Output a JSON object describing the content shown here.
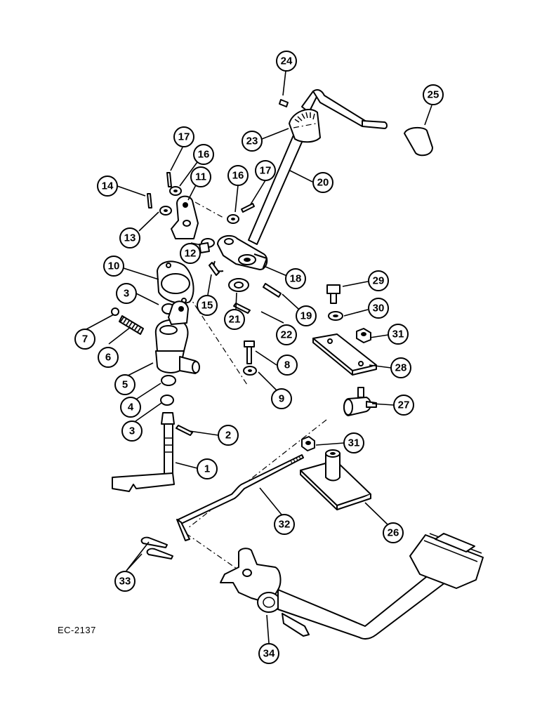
{
  "drawing_code": "EC-2137",
  "callouts": [
    {
      "id": "callout-1",
      "label": "1"
    },
    {
      "id": "callout-2",
      "label": "2"
    },
    {
      "id": "callout-3a",
      "label": "3"
    },
    {
      "id": "callout-3b",
      "label": "3"
    },
    {
      "id": "callout-4",
      "label": "4"
    },
    {
      "id": "callout-5",
      "label": "5"
    },
    {
      "id": "callout-6",
      "label": "6"
    },
    {
      "id": "callout-7",
      "label": "7"
    },
    {
      "id": "callout-8",
      "label": "8"
    },
    {
      "id": "callout-9",
      "label": "9"
    },
    {
      "id": "callout-10",
      "label": "10"
    },
    {
      "id": "callout-11",
      "label": "11"
    },
    {
      "id": "callout-12",
      "label": "12"
    },
    {
      "id": "callout-13",
      "label": "13"
    },
    {
      "id": "callout-14",
      "label": "14"
    },
    {
      "id": "callout-15",
      "label": "15"
    },
    {
      "id": "callout-16a",
      "label": "16"
    },
    {
      "id": "callout-16b",
      "label": "16"
    },
    {
      "id": "callout-17a",
      "label": "17"
    },
    {
      "id": "callout-17b",
      "label": "17"
    },
    {
      "id": "callout-18",
      "label": "18"
    },
    {
      "id": "callout-19",
      "label": "19"
    },
    {
      "id": "callout-20",
      "label": "20"
    },
    {
      "id": "callout-21",
      "label": "21"
    },
    {
      "id": "callout-22",
      "label": "22"
    },
    {
      "id": "callout-23",
      "label": "23"
    },
    {
      "id": "callout-24",
      "label": "24"
    },
    {
      "id": "callout-25",
      "label": "25"
    },
    {
      "id": "callout-26",
      "label": "26"
    },
    {
      "id": "callout-27",
      "label": "27"
    },
    {
      "id": "callout-28",
      "label": "28"
    },
    {
      "id": "callout-29",
      "label": "29"
    },
    {
      "id": "callout-30",
      "label": "30"
    },
    {
      "id": "callout-31a",
      "label": "31"
    },
    {
      "id": "callout-31b",
      "label": "31"
    },
    {
      "id": "callout-32",
      "label": "32"
    },
    {
      "id": "callout-33",
      "label": "33"
    },
    {
      "id": "callout-34",
      "label": "34"
    }
  ]
}
